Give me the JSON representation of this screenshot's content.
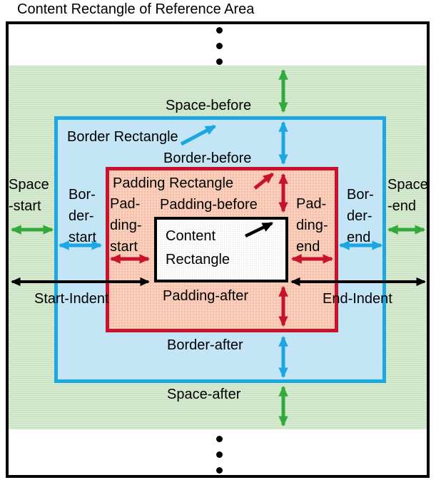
{
  "title": "Content Rectangle of Reference Area",
  "colors": {
    "space_arrow_green": "#33a93d",
    "border_arrow_blue": "#1ca6e2",
    "padding_arrow_red": "#c9132c",
    "indent_arrow_black": "#000000",
    "space_band_fill": "#cde4c7",
    "border_rect_fill": "#c3e5f5",
    "padding_rect_fill": "#f9cfbc",
    "content_rect_fill": "#ffffff",
    "outer_border": "#000000"
  },
  "labels": {
    "space_before": "Space-before",
    "border_rectangle": "Border Rectangle",
    "border_before": "Border-before",
    "padding_rectangle": "Padding Rectangle",
    "padding_before": "Padding-before",
    "space_start": [
      "Space",
      "-start"
    ],
    "border_start": [
      "Bor-",
      "der-",
      "start"
    ],
    "padding_start": [
      "Pad-",
      "ding-",
      "start"
    ],
    "content_rectangle": [
      "Content",
      "Rectangle"
    ],
    "padding_end": [
      "Pad-",
      "ding-",
      "end"
    ],
    "border_end": [
      "Bor-",
      "der-",
      "end"
    ],
    "space_end": [
      "Space",
      "-end"
    ],
    "start_indent": "Start-Indent",
    "padding_after": "Padding-after",
    "end_indent": "End-Indent",
    "border_after": "Border-after",
    "space_after": "Space-after"
  },
  "icons": {
    "top_ellipsis": "vertical-ellipsis",
    "bottom_ellipsis": "vertical-ellipsis",
    "arrow_glyph": "double-headed-arrow"
  }
}
